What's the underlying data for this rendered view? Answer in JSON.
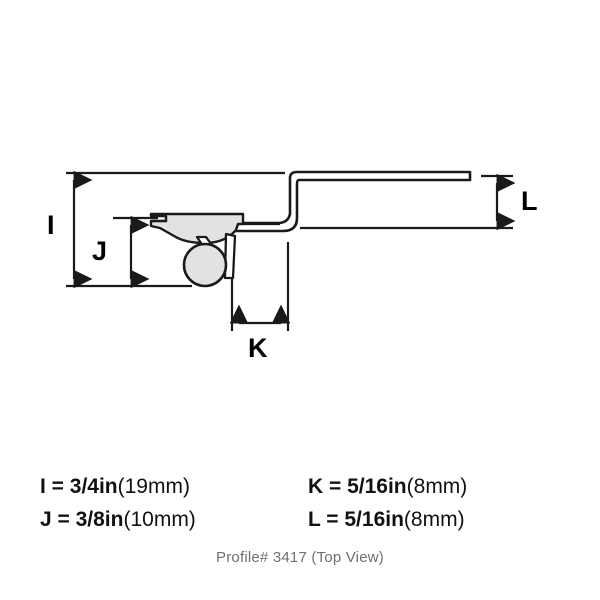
{
  "caption": "Profile# 3417 (Top View)",
  "dimension_letters": [
    {
      "id": "I",
      "label": "I"
    },
    {
      "id": "J",
      "label": "J"
    },
    {
      "id": "K",
      "label": "K"
    },
    {
      "id": "L",
      "label": "L"
    }
  ],
  "legend": {
    "left": [
      {
        "key": "I",
        "eq": "I = 3/4in",
        "metric": "(19mm)"
      },
      {
        "key": "J",
        "eq": "J = 3/8in",
        "metric": "(10mm)"
      }
    ],
    "right": [
      {
        "key": "K",
        "eq": "K = 5/16in",
        "metric": "(8mm)"
      },
      {
        "key": "L",
        "eq": "L = 5/16in",
        "metric": "(8mm)"
      }
    ]
  },
  "colors": {
    "line": "#1a1a1a",
    "fill": "#e2e2e2",
    "background": "#ffffff",
    "caption": "#6f6f6f",
    "text": "#111111"
  },
  "drawing": {
    "title": "hinge profile cross section",
    "parts": [
      "top-flange",
      "s-bend",
      "lower-flange",
      "hinge-bracket",
      "roller-circle",
      "support-arm"
    ]
  }
}
